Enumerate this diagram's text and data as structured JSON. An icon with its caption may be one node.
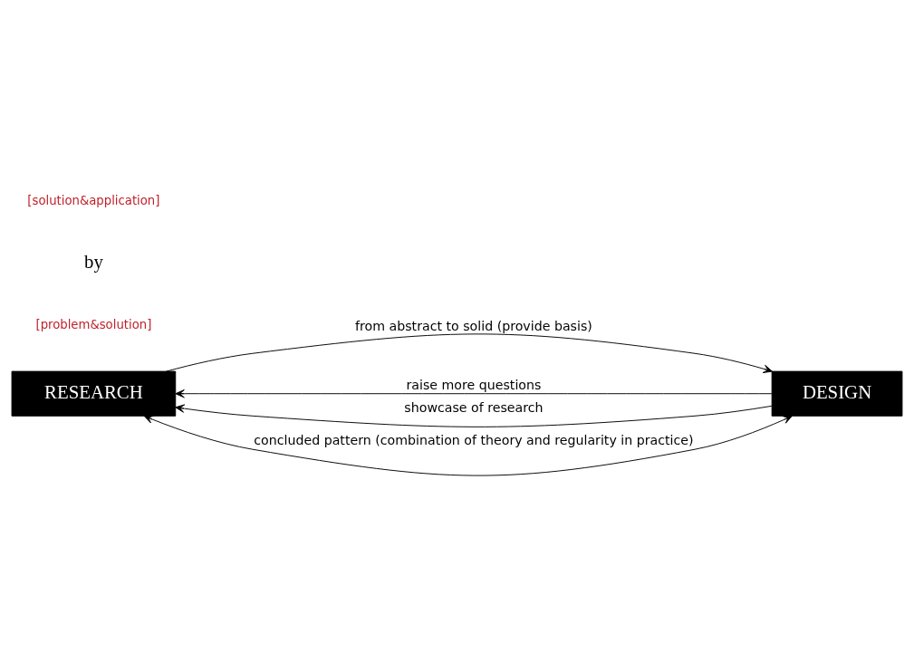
{
  "diagram": {
    "nodes": [
      {
        "text": [
          "RESEARCH"
        ]
      },
      {
        "text": [
          "DESIGN"
        ]
      }
    ],
    "edges": [
      {
        "from": 0,
        "to": 1,
        "arrow": "to",
        "label": "from abstract to solid (provide basis)"
      },
      {
        "from": 1,
        "to": 0,
        "arrow": "to",
        "label": "raise more questions"
      },
      {
        "from": 1,
        "to": 0,
        "arrow": "to",
        "label": "showcase of research"
      },
      {
        "from": 1,
        "to": 0,
        "arrow": "both",
        "label": "concluded pattern (combination of theory and regularity in practice)"
      }
    ],
    "labels": [
      "[problem&solution]",
      "by",
      "[solution&application]"
    ]
  }
}
